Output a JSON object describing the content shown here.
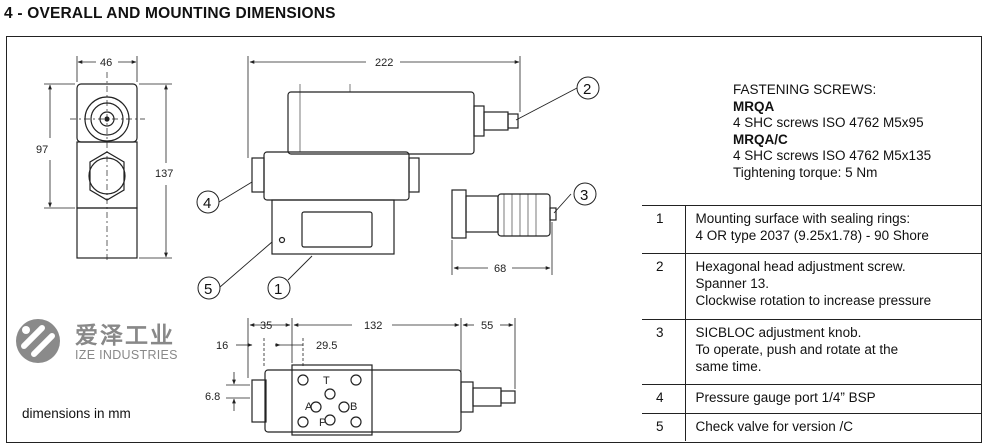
{
  "section_title": "4 - OVERALL AND MOUNTING DIMENSIONS",
  "dimensions": {
    "d46": "46",
    "d97": "97",
    "d137": "137",
    "d222": "222",
    "d68": "68",
    "d35": "35",
    "d132": "132",
    "d55": "55",
    "d16": "16",
    "d29_5": "29.5",
    "d6_8": "6.8"
  },
  "ports": {
    "t": "T",
    "a": "A",
    "b": "B",
    "p": "P"
  },
  "callouts": [
    "1",
    "2",
    "3",
    "4",
    "5"
  ],
  "fastening": {
    "heading": "FASTENING SCREWS:",
    "mrqa_title": "MRQA",
    "mrqa_text": "4 SHC screws ISO 4762 M5x95",
    "mrqac_title": "MRQA/C",
    "mrqac_text": "4 SHC screws ISO 4762 M5x135",
    "torque": "Tightening torque: 5 Nm"
  },
  "legend": [
    {
      "num": "1",
      "lines": [
        "Mounting surface with sealing rings:",
        "4 OR type 2037 (9.25x1.78) - 90 Shore"
      ]
    },
    {
      "num": "2",
      "lines": [
        "Hexagonal head adjustment screw.",
        "Spanner 13.",
        "Clockwise rotation to increase pressure"
      ]
    },
    {
      "num": "3",
      "lines": [
        "SICBLOC adjustment knob.",
        "To operate, push and rotate at the",
        "same time."
      ]
    },
    {
      "num": "4",
      "lines": [
        "Pressure gauge port 1/4” BSP"
      ]
    },
    {
      "num": "5",
      "lines": [
        "Check valve for version /C"
      ]
    }
  ],
  "logo": {
    "cn": "爱泽工业",
    "en": "IZE INDUSTRIES",
    "color": "#8a8a8a"
  },
  "units_note": "dimensions in mm"
}
